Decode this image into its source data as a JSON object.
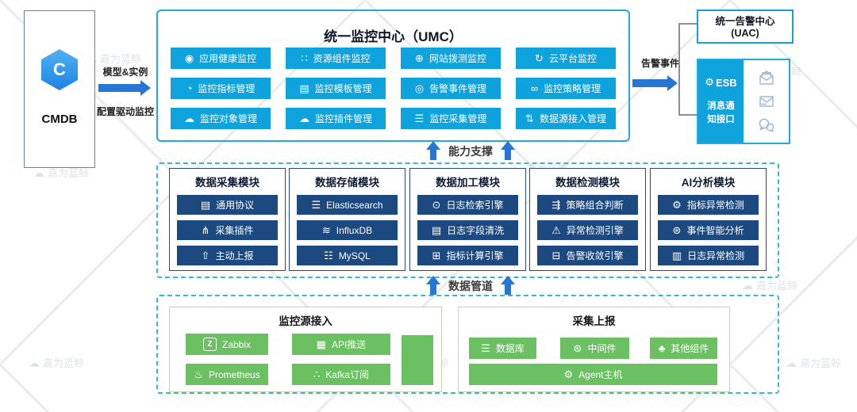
{
  "watermark": {
    "glyph": "☁",
    "text": "嘉为蓝鲸"
  },
  "left": {
    "cmdb_label": "CMDB",
    "cmdb_logo_letter": "C",
    "flow_top": "模型&实例",
    "flow_bottom": "配置驱动监控"
  },
  "umc": {
    "title": "统一监控中心（UMC）",
    "buttons": [
      {
        "glyph": "◉",
        "label": "应用健康监控"
      },
      {
        "glyph": "∷",
        "label": "资源组件监控"
      },
      {
        "glyph": "⊕",
        "label": "网站拨测监控"
      },
      {
        "glyph": "↻",
        "label": "云平台监控"
      },
      {
        "glyph": "◔",
        "label": "监控指标管理"
      },
      {
        "glyph": "▤",
        "label": "监控模板管理"
      },
      {
        "glyph": "◎",
        "label": "告警事件管理"
      },
      {
        "glyph": "∞",
        "label": "监控策略管理"
      },
      {
        "glyph": "☁",
        "label": "监控对象管理"
      },
      {
        "glyph": "☁",
        "label": "监控插件管理"
      },
      {
        "glyph": "☰",
        "label": "监控采集管理"
      },
      {
        "glyph": "⇅",
        "label": "数据源接入管理"
      }
    ]
  },
  "links": {
    "capability": "能力支撑",
    "pipeline": "数据管道"
  },
  "modules": [
    {
      "title": "数据采集模块",
      "items": [
        {
          "glyph": "▤",
          "label": "通用协议"
        },
        {
          "glyph": "⋔",
          "label": "采集插件"
        },
        {
          "glyph": "⇧",
          "label": "主动上报"
        }
      ]
    },
    {
      "title": "数据存储模块",
      "items": [
        {
          "glyph": "☰",
          "label": "Elasticsearch"
        },
        {
          "glyph": "≋",
          "label": "InfluxDB"
        },
        {
          "glyph": "☷",
          "label": "MySQL"
        }
      ]
    },
    {
      "title": "数据加工模块",
      "items": [
        {
          "glyph": "⊙",
          "label": "日志检索引擎"
        },
        {
          "glyph": "▤",
          "label": "日志字段清洗"
        },
        {
          "glyph": "⊞",
          "label": "指标计算引擎"
        }
      ]
    },
    {
      "title": "数据检测模块",
      "items": [
        {
          "glyph": "⇶",
          "label": "策略组合判断"
        },
        {
          "glyph": "⚠",
          "label": "异常检测引擎"
        },
        {
          "glyph": "⊟",
          "label": "告警收敛引擎"
        }
      ]
    },
    {
      "title": "AI分析模块",
      "items": [
        {
          "glyph": "⚙",
          "label": "指标异常检测"
        },
        {
          "glyph": "⊛",
          "label": "事件智能分析"
        },
        {
          "glyph": "▥",
          "label": "日志异常检测"
        }
      ]
    }
  ],
  "sources": {
    "title": "监控源接入",
    "items": [
      {
        "glyph": "Z",
        "label": "Zabbix"
      },
      {
        "glyph": "▦",
        "label": "API推送"
      },
      {
        "glyph": "♨",
        "label": "Prometheus"
      },
      {
        "glyph": "∴",
        "label": "Kafka订阅"
      }
    ]
  },
  "report": {
    "title": "采集上报",
    "items": [
      {
        "glyph": "☰",
        "label": "数据库"
      },
      {
        "glyph": "⊛",
        "label": "中间件"
      },
      {
        "glyph": "♣",
        "label": "其他组件"
      }
    ],
    "agent": {
      "glyph": "⚙",
      "label": "Agent主机"
    }
  },
  "right": {
    "alarm_flow_label": "告警事件",
    "uac_line1": "统一告警中心",
    "uac_line2": "(UAC)",
    "esb_name": "ESB",
    "esb_gear_glyph": "⚙",
    "esb_caption": "消息通知接口"
  },
  "colors": {
    "accent_blue": "#0ea3dd",
    "navy": "#1c4a80",
    "green": "#6bc161",
    "dashed_border": "#38b7ce",
    "arrow_blue": "#2577d3"
  }
}
